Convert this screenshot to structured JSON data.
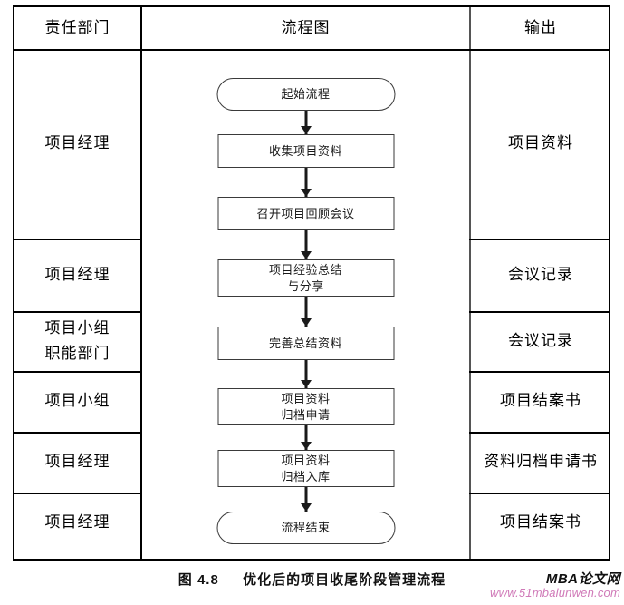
{
  "figure": {
    "caption_number": "图 4.8",
    "caption_text": "优化后的项目收尾阶段管理流程"
  },
  "watermark": {
    "brand": "MBA论文网",
    "url": "www.51mbalunwen.com",
    "url_color": "#d07ab8",
    "brand_color": "#111111"
  },
  "table": {
    "headers": {
      "responsible": "责任部门",
      "flowchart": "流程图",
      "output": "输出"
    },
    "rows": [
      {
        "responsible_line1": "项目经理",
        "responsible_line2": "",
        "output": "项目资料"
      },
      {
        "responsible_line1": "项目经理",
        "responsible_line2": "",
        "output": "会议记录"
      },
      {
        "responsible_line1": "项目小组",
        "responsible_line2": "职能部门",
        "output": "会议记录"
      },
      {
        "responsible_line1": "项目小组",
        "responsible_line2": "",
        "output": "项目结案书"
      },
      {
        "responsible_line1": "项目经理",
        "responsible_line2": "",
        "output": "资料归档申请书"
      },
      {
        "responsible_line1": "项目经理",
        "responsible_line2": "",
        "output": "项目结案书"
      },
      {
        "responsible_line1": "",
        "responsible_line2": "",
        "output": ""
      }
    ]
  },
  "flowchart": {
    "type": "flowchart",
    "orientation": "top-to-bottom",
    "nodes": [
      {
        "id": "n1",
        "shape": "terminal",
        "line1": "起始流程",
        "line2": ""
      },
      {
        "id": "n2",
        "shape": "process",
        "line1": "收集项目资料",
        "line2": ""
      },
      {
        "id": "n3",
        "shape": "process",
        "line1": "召开项目回顾会议",
        "line2": ""
      },
      {
        "id": "n4",
        "shape": "process",
        "line1": "项目经验总结",
        "line2": "与分享"
      },
      {
        "id": "n5",
        "shape": "process",
        "line1": "完善总结资料",
        "line2": ""
      },
      {
        "id": "n6",
        "shape": "process",
        "line1": "项目资料",
        "line2": "归档申请"
      },
      {
        "id": "n7",
        "shape": "process",
        "line1": "项目资料",
        "line2": "归档入库"
      },
      {
        "id": "n8",
        "shape": "terminal",
        "line1": "流程结束",
        "line2": ""
      }
    ],
    "edges": [
      {
        "from": "n1",
        "to": "n2",
        "style": "arrow"
      },
      {
        "from": "n2",
        "to": "n3",
        "style": "arrow"
      },
      {
        "from": "n3",
        "to": "n4",
        "style": "arrow"
      },
      {
        "from": "n4",
        "to": "n5",
        "style": "arrow"
      },
      {
        "from": "n5",
        "to": "n6",
        "style": "arrow"
      },
      {
        "from": "n6",
        "to": "n7",
        "style": "arrow"
      },
      {
        "from": "n7",
        "to": "n8",
        "style": "arrow"
      }
    ]
  }
}
